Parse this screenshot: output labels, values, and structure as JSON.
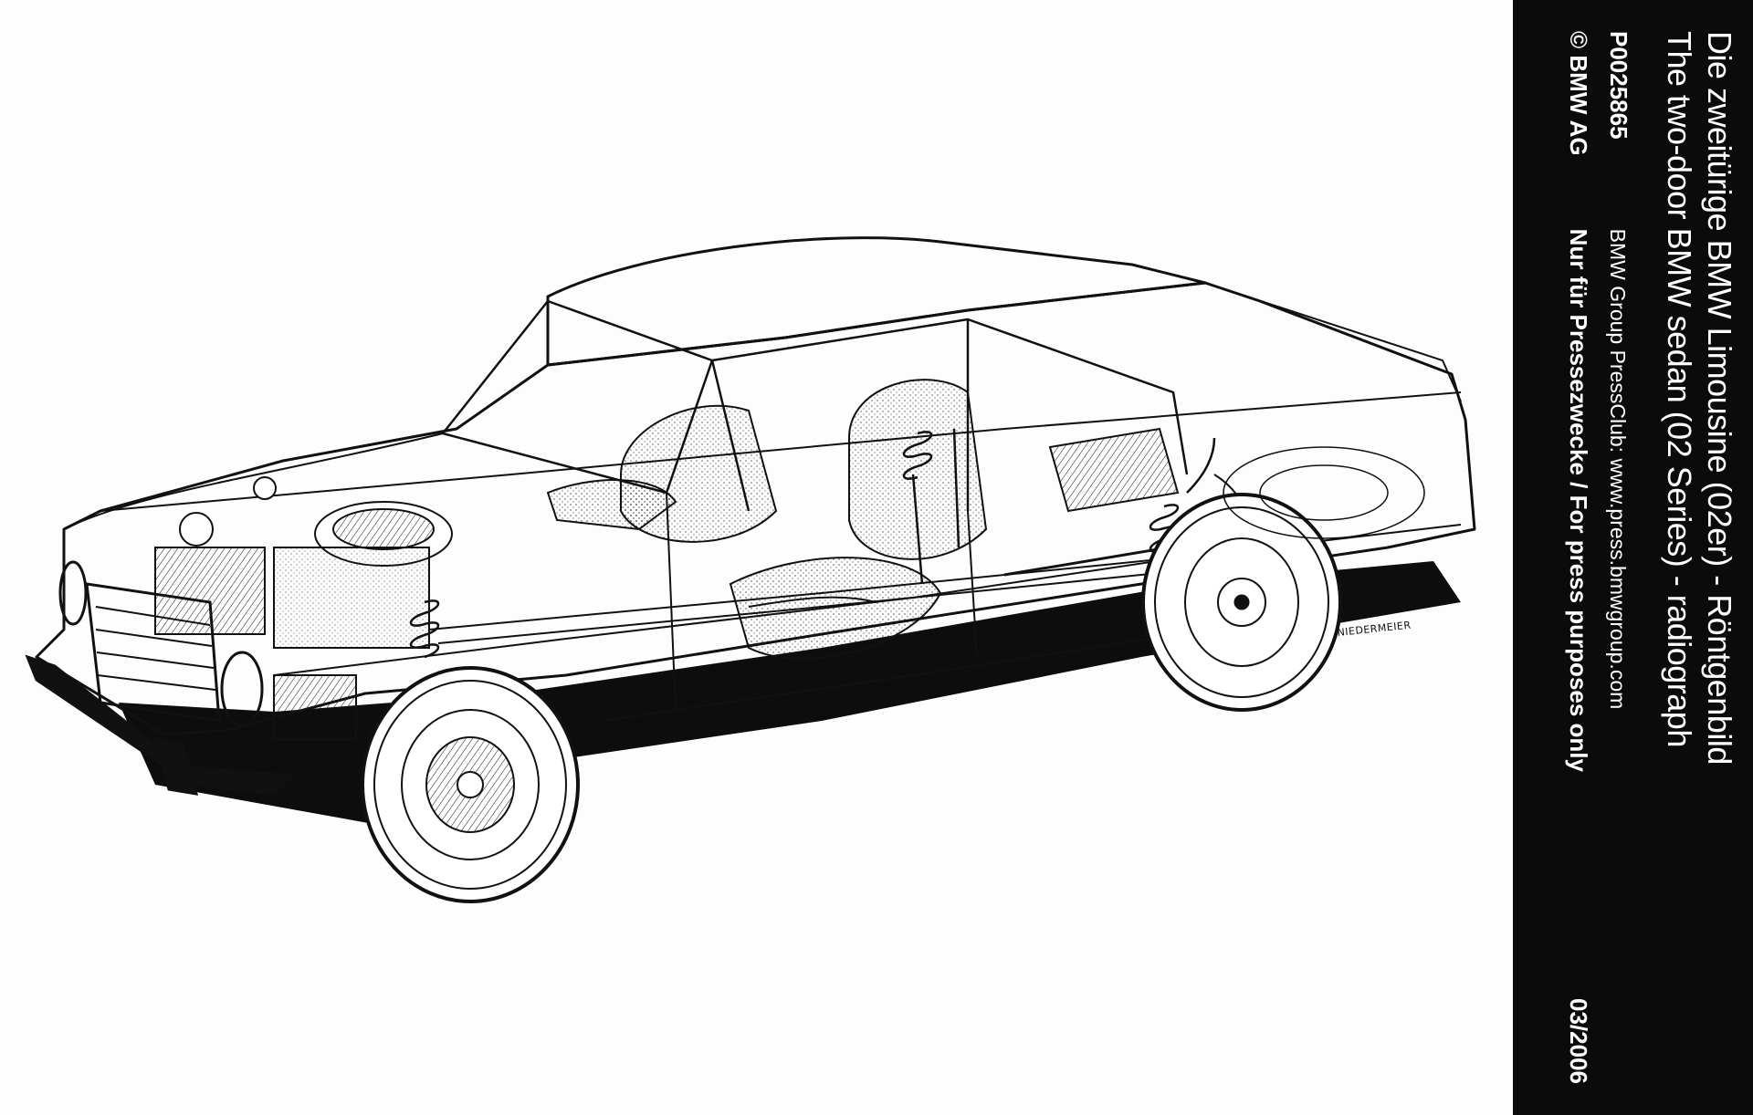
{
  "caption": {
    "title_de": "Die zweitürige BMW Limousine (02er) - Röntgenbild",
    "title_en": "The two-door BMW sedan (02 Series) - radiograph",
    "photo_id": "P0025865",
    "press_club": "BMW Group PressClub: www.press.bmwgroup.com",
    "copyright": "© BMW AG",
    "usage_notice": "Nur für Pressezwecke / For press purposes only",
    "date": "03/2006"
  },
  "illustration": {
    "signature": "NIEDERMEIER",
    "ink_color": "#111111",
    "paper_color": "#fdfdfd"
  }
}
